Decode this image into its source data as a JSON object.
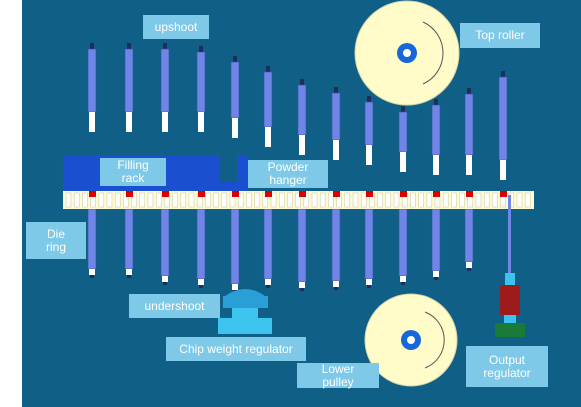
{
  "labels": {
    "upshoot": "upshoot",
    "top_roller": "Top roller",
    "filling_rack": "Filling\nrack",
    "powder_hanger": "Powder\nhanger",
    "die_ring": "Die\nring",
    "undershoot": "undershoot",
    "chip_weight_regulator": "Chip weight regulator",
    "lower_pulley": "Lower\npulley",
    "output_regulator": "Output\nregulator"
  },
  "colors": {
    "background": "#0f5f87",
    "punch_body": "#6f86e6",
    "punch_tip": "#ffffff",
    "die_ring": "#fffbd2",
    "die_hole_active": "#d80000",
    "filling_rack": "#1a4fd0",
    "roller": "#fffcc9",
    "roller_hub": "#1668d8",
    "label_box": "#7ec8e8",
    "regulator_top": "#2a9fd6",
    "regulator_body": "#3cc4ee",
    "output_top": "#9e1b1b",
    "output_base": "#1a7a3a"
  }
}
